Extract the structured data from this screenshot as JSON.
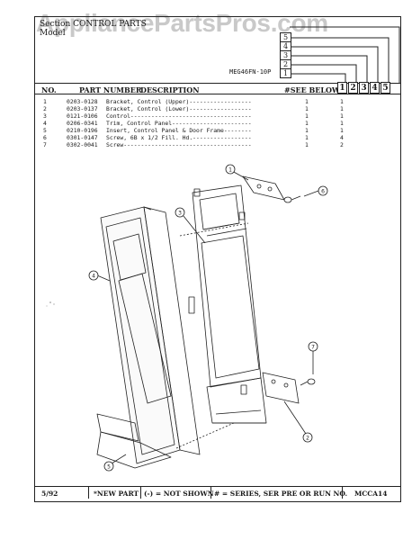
{
  "watermark": "AppliancePartsPros.com",
  "section_title": "Section CONTROL PARTS",
  "model_label": "Model",
  "model_number": "MEG46FN-10P",
  "series_boxes": [
    "5",
    "4",
    "3",
    "2",
    "1"
  ],
  "table_header": {
    "no": "NO.",
    "part_number": "PART NUMBER",
    "description": "DESCRIPTION",
    "see_below": "#SEE BELOW",
    "cols": [
      "1",
      "2",
      "3",
      "4",
      "5"
    ]
  },
  "parts": [
    {
      "no": "1",
      "part": "0203-0128",
      "desc": "Bracket, Control (Upper)------------------",
      "q1": "1",
      "q2": "1"
    },
    {
      "no": "2",
      "part": "0203-0137",
      "desc": "Bracket, Control (Lower)------------------",
      "q1": "1",
      "q2": "1"
    },
    {
      "no": "3",
      "part": "0121-0106",
      "desc": "Control-----------------------------------",
      "q1": "1",
      "q2": "1"
    },
    {
      "no": "4",
      "part": "0206-0341",
      "desc": "Trim, Control Panel-----------------------",
      "q1": "1",
      "q2": "1"
    },
    {
      "no": "5",
      "part": "0210-0196",
      "desc": "Insert, Control Panel & Door Frame--------",
      "q1": "1",
      "q2": "1"
    },
    {
      "no": "6",
      "part": "0301-0147",
      "desc": "Screw, 6B x 1/2 Fill. Hd.-----------------",
      "q1": "1",
      "q2": "4"
    },
    {
      "no": "7",
      "part": "0302-0041",
      "desc": "Screw-------------------------------------",
      "q1": "1",
      "q2": "2"
    }
  ],
  "callouts": [
    "1",
    "6",
    "3",
    "4",
    "7",
    "2",
    "5"
  ],
  "footer": {
    "date": "5/92",
    "new_part": "*NEW PART",
    "not_shown": "(-) = NOT SHOWN",
    "series_note": "# = SERIES, SER PRE OR RUN NO.",
    "page_code": "MCCA14"
  }
}
